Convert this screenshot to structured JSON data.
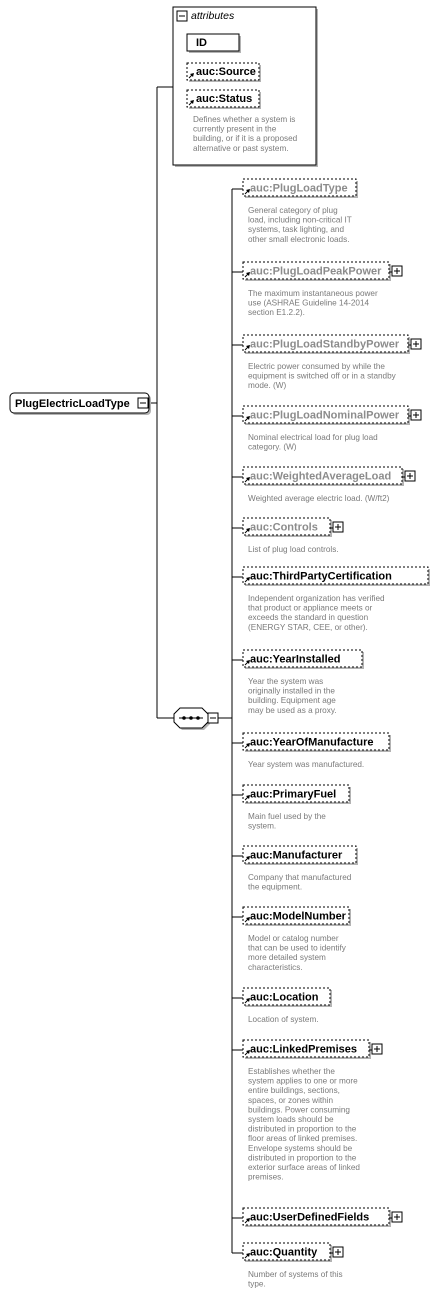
{
  "root": {
    "label": "PlugElectricLoadType",
    "expandable": true
  },
  "attributes": {
    "title": "attributes",
    "items": [
      {
        "label": "ID",
        "optional": false
      },
      {
        "label": "auc:Source",
        "optional": true
      },
      {
        "label": "auc:Status",
        "optional": true,
        "desc": [
          "Defines whether a system is",
          "currently present in the",
          "building, or if it is a proposed",
          "alternative or past system."
        ]
      }
    ]
  },
  "compositor": {
    "kind": "sequence"
  },
  "elements": [
    {
      "prefix": "auc:",
      "name": "PlugLoadType",
      "faded": true,
      "expandable": false,
      "desc": [
        "General category of plug",
        "load, including non-critical IT",
        "systems, task lighting, and",
        "other small electronic loads."
      ]
    },
    {
      "prefix": "auc:",
      "name": "PlugLoadPeakPower",
      "faded": true,
      "expandable": true,
      "desc": [
        "The maximum instantaneous power",
        "use (ASHRAE Guideline 14-2014",
        "section E1.2.2)."
      ]
    },
    {
      "prefix": "auc:",
      "name": "PlugLoadStandbyPower",
      "faded": true,
      "expandable": true,
      "desc": [
        "Electric power consumed by while the",
        "equipment is switched off or in a standby",
        "mode. (W)"
      ]
    },
    {
      "prefix": "auc:",
      "name": "PlugLoadNominalPower",
      "faded": true,
      "expandable": true,
      "desc": [
        "Nominal electrical load for plug load",
        "category. (W)"
      ]
    },
    {
      "prefix": "auc:",
      "name": "WeightedAverageLoad",
      "faded": true,
      "expandable": true,
      "desc": [
        "Weighted average electric load. (W/ft2)"
      ]
    },
    {
      "prefix": "auc:",
      "name": "Controls",
      "faded": true,
      "expandable": true,
      "desc": [
        "List of plug load controls."
      ]
    },
    {
      "prefix": "auc:",
      "name": "ThirdPartyCertification",
      "faded": false,
      "expandable": false,
      "desc": [
        "Independent organization has verified",
        "that product or appliance meets or",
        "exceeds the standard in question",
        "(ENERGY STAR, CEE, or other)."
      ]
    },
    {
      "prefix": "auc:",
      "name": "YearInstalled",
      "faded": false,
      "expandable": false,
      "desc": [
        "Year the system was",
        "originally installed in the",
        "building. Equipment age",
        "may be used as a proxy."
      ]
    },
    {
      "prefix": "auc:",
      "name": "YearOfManufacture",
      "faded": false,
      "expandable": false,
      "desc": [
        "Year system was manufactured."
      ]
    },
    {
      "prefix": "auc:",
      "name": "PrimaryFuel",
      "faded": false,
      "expandable": false,
      "desc": [
        "Main fuel used by the",
        "system."
      ]
    },
    {
      "prefix": "auc:",
      "name": "Manufacturer",
      "faded": false,
      "expandable": false,
      "desc": [
        "Company that manufactured",
        "the equipment."
      ]
    },
    {
      "prefix": "auc:",
      "name": "ModelNumber",
      "faded": false,
      "expandable": false,
      "desc": [
        "Model or catalog number",
        "that can be used to identify",
        "more detailed system",
        "characteristics."
      ]
    },
    {
      "prefix": "auc:",
      "name": "Location",
      "faded": false,
      "expandable": false,
      "desc": [
        "Location of system."
      ]
    },
    {
      "prefix": "auc:",
      "name": "LinkedPremises",
      "faded": false,
      "expandable": true,
      "desc": [
        "Establishes whether the",
        "system applies to one or more",
        "entire buildings, sections,",
        "spaces, or zones within",
        "buildings. Power consuming",
        "system loads should be",
        "distributed in proportion to the",
        "floor areas of linked premises.",
        "Envelope systems should be",
        "distributed in proportion to the",
        "exterior surface areas of linked",
        "premises."
      ]
    },
    {
      "prefix": "auc:",
      "name": "UserDefinedFields",
      "faded": false,
      "expandable": true,
      "desc": []
    },
    {
      "prefix": "auc:",
      "name": "Quantity",
      "faded": false,
      "expandable": true,
      "desc": [
        "Number of systems of this",
        "type."
      ]
    }
  ],
  "colors": {
    "border": "#000000",
    "shadow": "#b3b3b3",
    "box_fill": "#ffffff",
    "faded_text": "#8c8c8c",
    "text": "#000000",
    "desc": "#7a7a7a",
    "line": "#000000"
  }
}
